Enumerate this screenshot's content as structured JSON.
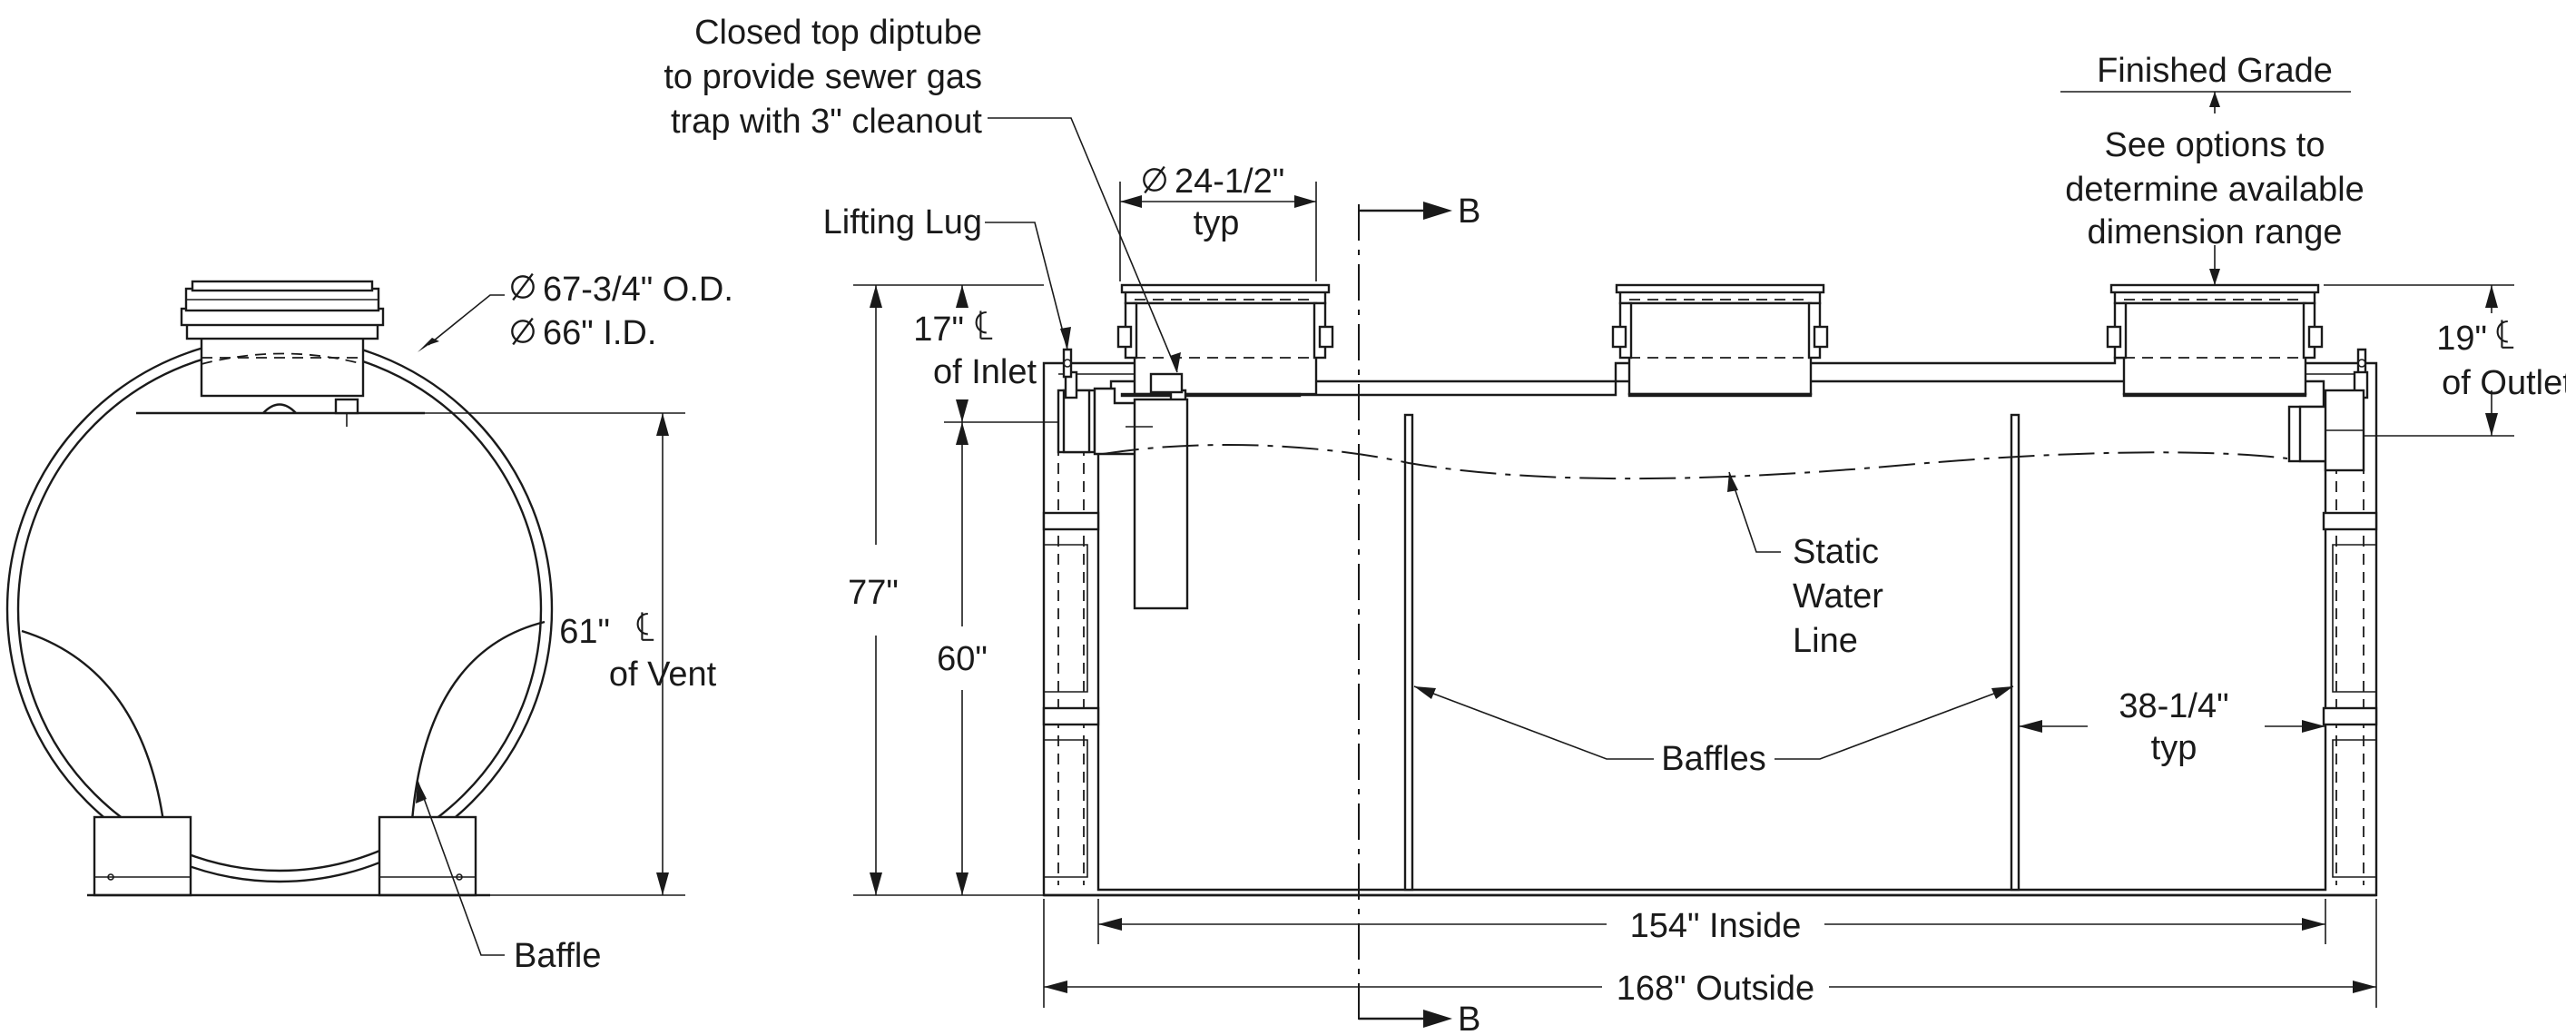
{
  "labels": {
    "od_diameter": "67-3/4\" O.D.",
    "id_diameter": "66\" I.D.",
    "vent_height": "61\"",
    "vent_of": "of Vent",
    "baffle_end": "Baffle",
    "diptube_l1": "Closed top diptube",
    "diptube_l2": "to provide sewer gas",
    "diptube_l3": "trap with 3\" cleanout",
    "lifting_lug": "Lifting Lug",
    "manway_dia": "24-1/2\"",
    "manway_typ": "typ",
    "section_mark_top": "B",
    "section_mark_bottom": "B",
    "finished_grade": "Finished Grade",
    "see_options_l1": "See options to",
    "see_options_l2": "determine available",
    "see_options_l3": "dimension range",
    "inlet_height": "17\"",
    "inlet_of": "of Inlet",
    "outlet_height": "19\"",
    "outlet_of": "of Outlet",
    "overall_height": "77\"",
    "inlet_invert": "60\"",
    "static_l1": "Static",
    "static_l2": "Water",
    "static_l3": "Line",
    "baffles": "Baffles",
    "baffle_spacing": "38-1/4\"",
    "baffle_spacing_typ": "typ",
    "inside_length": "154\" Inside",
    "outside_length": "168\" Outside"
  }
}
